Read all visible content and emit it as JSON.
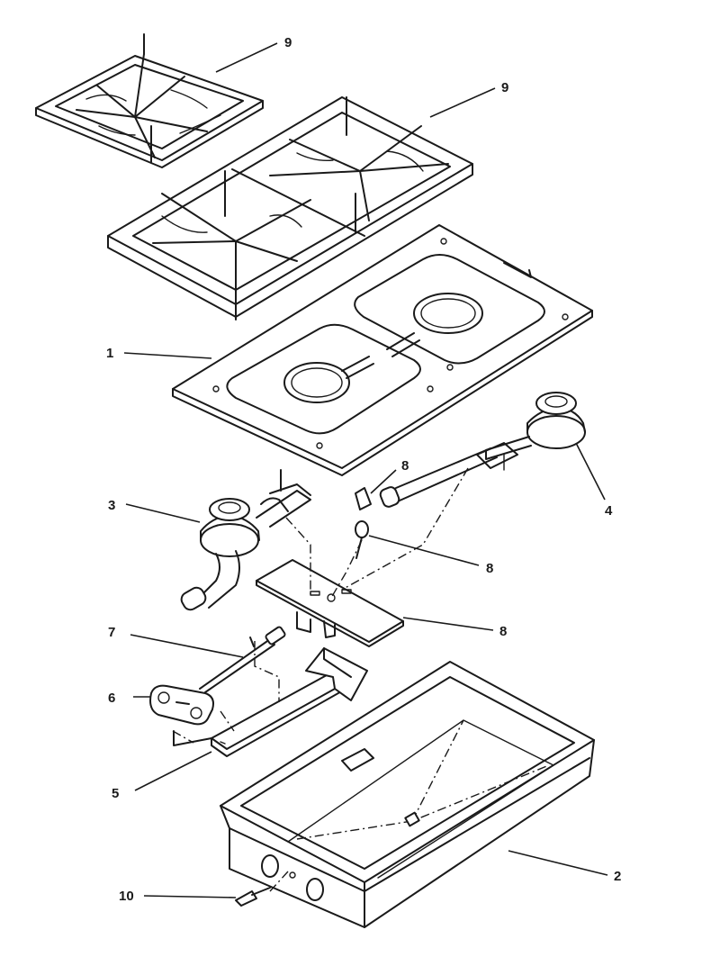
{
  "callouts": {
    "grate_single": "9",
    "grate_double": "9",
    "cooktop_panel": "1",
    "burner_left": "3",
    "burner_right": "4",
    "electrode_top": "8",
    "electrode_mid": "8",
    "bracket_plate": "8",
    "ignitor_rod": "7",
    "valve_bracket": "6",
    "mounting_bracket": "5",
    "burner_box": "2",
    "fitting": "10"
  },
  "colors": {
    "line": "#1a1a1a",
    "background": "#ffffff"
  }
}
